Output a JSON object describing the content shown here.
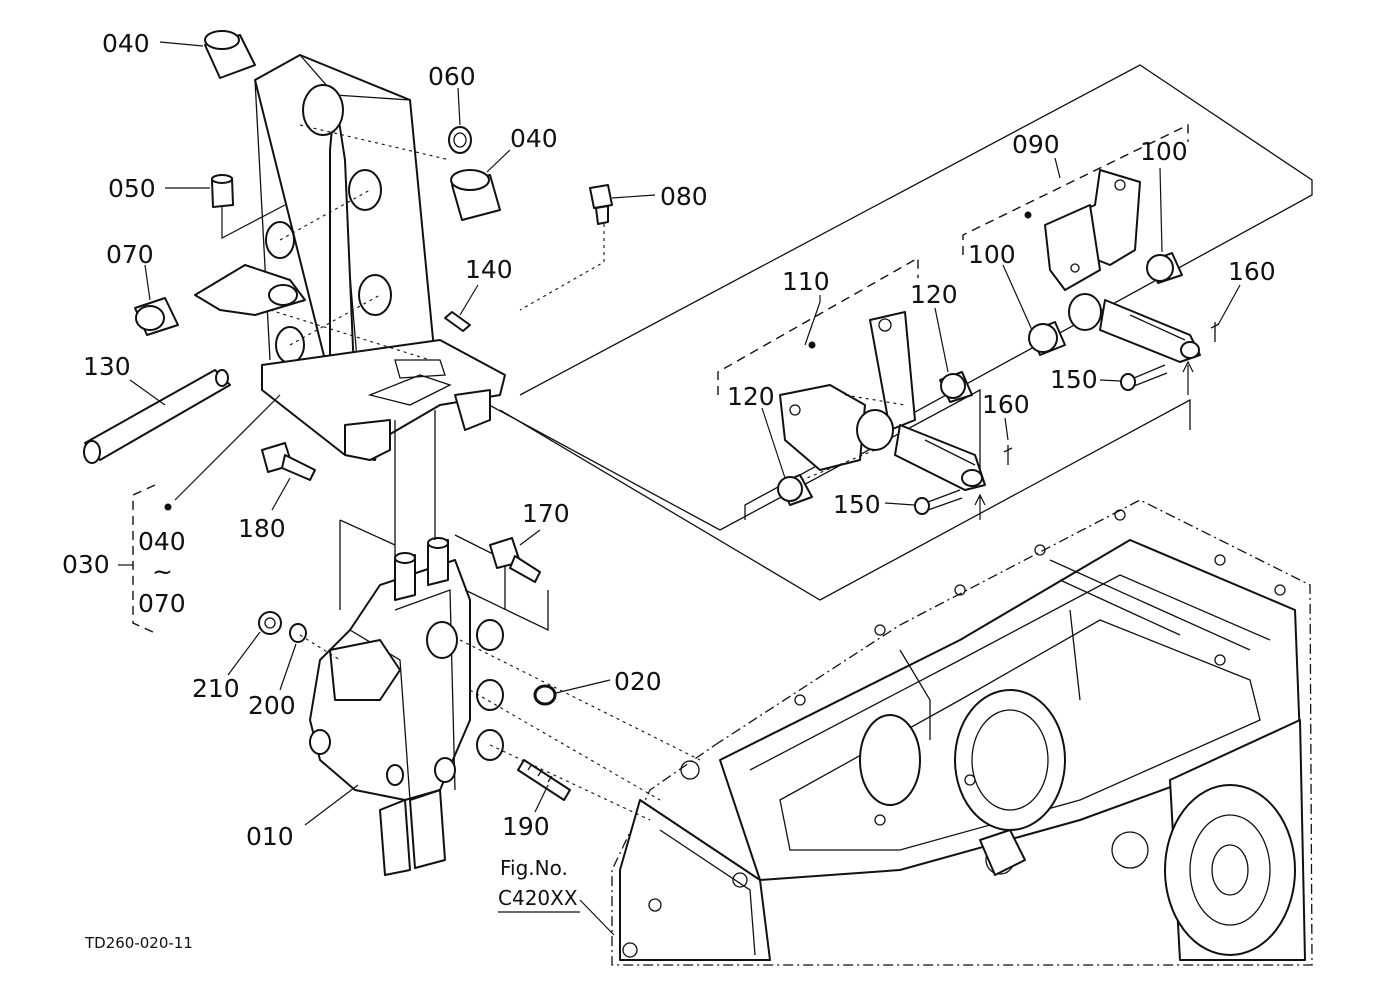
{
  "callouts": {
    "p040a": "040",
    "p060": "060",
    "p040b": "040",
    "p050": "050",
    "p080": "080",
    "p070": "070",
    "p140": "140",
    "p130": "130",
    "p180": "180",
    "p170": "170",
    "p030": "030",
    "p030_from": "040",
    "p030_tilde": "~",
    "p030_to": "070",
    "p020": "020",
    "p210": "210",
    "p200": "200",
    "p010": "010",
    "p190": "190",
    "p090": "090",
    "p100a": "100",
    "p100b": "100",
    "p160a": "160",
    "p150a": "150",
    "p110": "110",
    "p120a": "120",
    "p120b": "120",
    "p160b": "160",
    "p150b": "150"
  },
  "figure_ref": {
    "line1": "Fig.No.",
    "line2": "C420XX"
  },
  "drawing_id": "TD260-020-11"
}
